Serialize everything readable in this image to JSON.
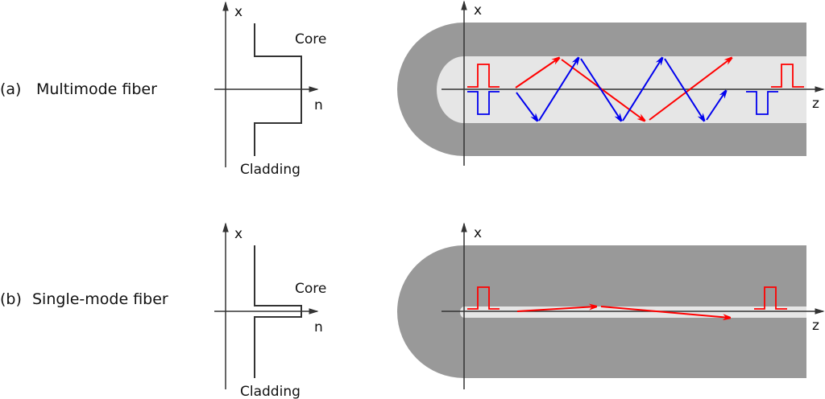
{
  "panel_a": {
    "label": "(a)",
    "title": "Multimode fiber",
    "profile": {
      "axis_x": "x",
      "axis_n": "n",
      "core_label": "Core",
      "cladding_label": "Cladding"
    },
    "fiber": {
      "axis_x": "x",
      "axis_z": "z"
    }
  },
  "panel_b": {
    "label": "(b)",
    "title": "Single-mode fiber",
    "profile": {
      "axis_x": "x",
      "axis_n": "n",
      "core_label": "Core",
      "cladding_label": "Cladding"
    },
    "fiber": {
      "axis_x": "x",
      "axis_z": "z"
    }
  },
  "colors": {
    "cladding": "#999999",
    "core": "#e6e6e6",
    "ray_red": "#ff0000",
    "ray_blue": "#0000ee",
    "axis": "#333333"
  }
}
